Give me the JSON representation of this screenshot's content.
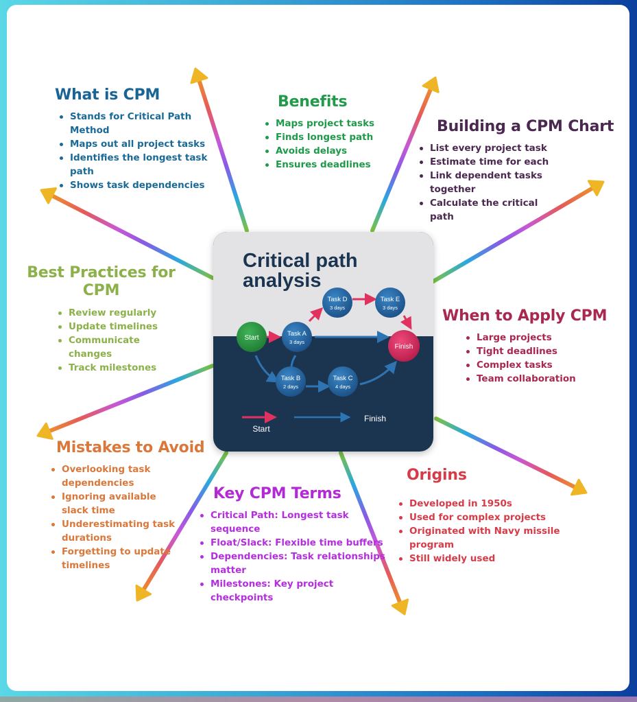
{
  "center": {
    "title_line1": "Critical path",
    "title_line2": "analysis",
    "nodes": {
      "start": "Start",
      "finish": "Finish",
      "task_a": {
        "name": "Task A",
        "duration": "3 days"
      },
      "task_b": {
        "name": "Task B",
        "duration": "2 days"
      },
      "task_c": {
        "name": "Task C",
        "duration": "4 days"
      },
      "task_d": {
        "name": "Task D",
        "duration": "3 days"
      },
      "task_e": {
        "name": "Task E",
        "duration": "3 days"
      }
    },
    "legend": {
      "start_label": "Start",
      "finish_label": "Finish"
    },
    "colors": {
      "critical": "#e0325f",
      "normal": "#2a6aa6",
      "start_node": "#2e9a44",
      "finish_node": "#d8285e",
      "task_node": "#245f98"
    }
  },
  "sections": {
    "what": {
      "title": "What is CPM",
      "items": [
        "Stands for Critical Path Method",
        "Maps out all project tasks",
        "Identifies the longest task path",
        "Shows task dependencies"
      ]
    },
    "benefits": {
      "title": "Benefits",
      "items": [
        "Maps project tasks",
        "Finds longest path",
        "Avoids delays",
        "Ensures deadlines"
      ]
    },
    "building": {
      "title": "Building a CPM Chart",
      "items": [
        "List every project task",
        "Estimate time for each",
        "Link dependent tasks together",
        "Calculate the critical path"
      ]
    },
    "best": {
      "title": "Best Practices for CPM",
      "items": [
        "Review regularly",
        "Update timelines",
        "Communicate changes",
        "Track milestones"
      ]
    },
    "when": {
      "title": "When to Apply CPM",
      "items": [
        "Large projects",
        "Tight deadlines",
        "Complex tasks",
        "Team collaboration"
      ]
    },
    "mistakes": {
      "title": "Mistakes to Avoid",
      "items": [
        "Overlooking task dependencies",
        "Ignoring available slack time",
        "Underestimating task durations",
        "Forgetting to update timelines"
      ]
    },
    "terms": {
      "title": "Key CPM Terms",
      "items": [
        "Critical Path: Longest task sequence",
        "Float/Slack: Flexible time buffers",
        "Dependencies: Task relationships matter",
        "Milestones: Key project checkpoints"
      ]
    },
    "origins": {
      "title": "Origins",
      "items": [
        "Developed in 1950s",
        "Used for complex projects",
        "Originated with Navy missile program",
        "Still widely used"
      ]
    }
  }
}
